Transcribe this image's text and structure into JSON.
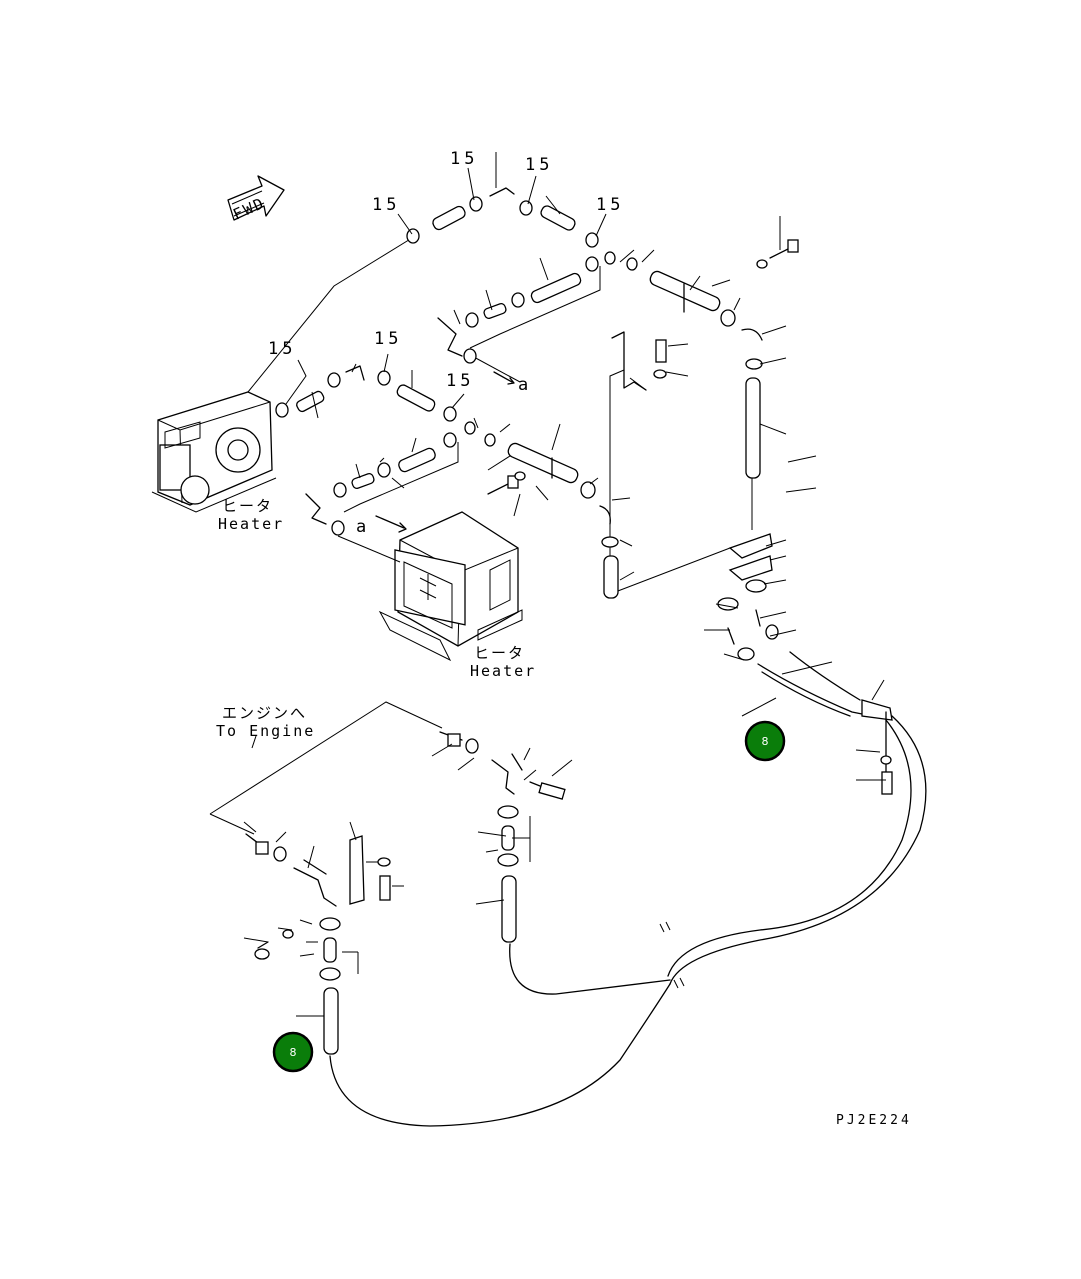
{
  "labels": {
    "fwd": "FWD",
    "part_15": "15",
    "ref_a": "a",
    "heater_jp": "ヒータ",
    "heater_en": "Heater",
    "to_engine_jp": "エンジンへ",
    "to_engine_en": "To Engine",
    "drawing_code": "PJ2E224"
  },
  "markers": [
    {
      "label": "8"
    },
    {
      "label": "8"
    }
  ],
  "colors": {
    "marker_fill": "#0a7d0a",
    "line": "#000000",
    "background": "#ffffff"
  }
}
